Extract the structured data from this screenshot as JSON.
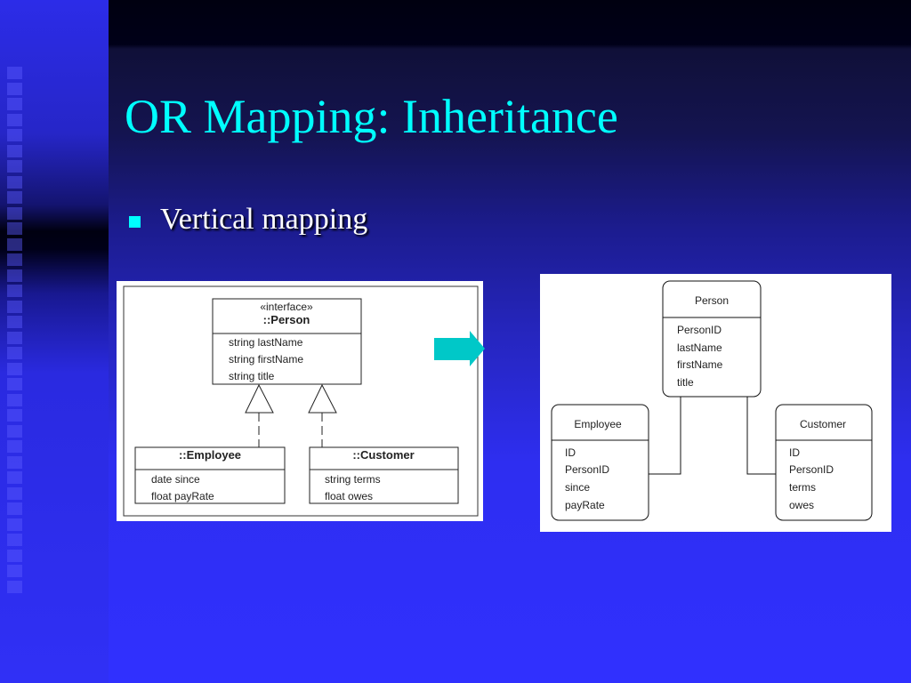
{
  "slide": {
    "title": "OR Mapping: Inheritance",
    "bullet": "Vertical mapping"
  },
  "uml": {
    "person": {
      "stereotype": "«interface»",
      "name": "::Person",
      "attrs": [
        "string lastName",
        "string firstName",
        "string title"
      ]
    },
    "employee": {
      "name": "::Employee",
      "attrs": [
        "date since",
        "float payRate"
      ]
    },
    "customer": {
      "name": "::Customer",
      "attrs": [
        "string terms",
        "float owes"
      ]
    }
  },
  "er": {
    "person": {
      "name": "Person",
      "cols": [
        "PersonID",
        "lastName",
        "firstName",
        "title"
      ]
    },
    "employee": {
      "name": "Employee",
      "cols": [
        "ID",
        "PersonID",
        "since",
        "payRate"
      ]
    },
    "customer": {
      "name": "Customer",
      "cols": [
        "ID",
        "PersonID",
        "terms",
        "owes"
      ]
    }
  },
  "colors": {
    "accent": "#00ffff",
    "arrow": "#00c8c8"
  }
}
